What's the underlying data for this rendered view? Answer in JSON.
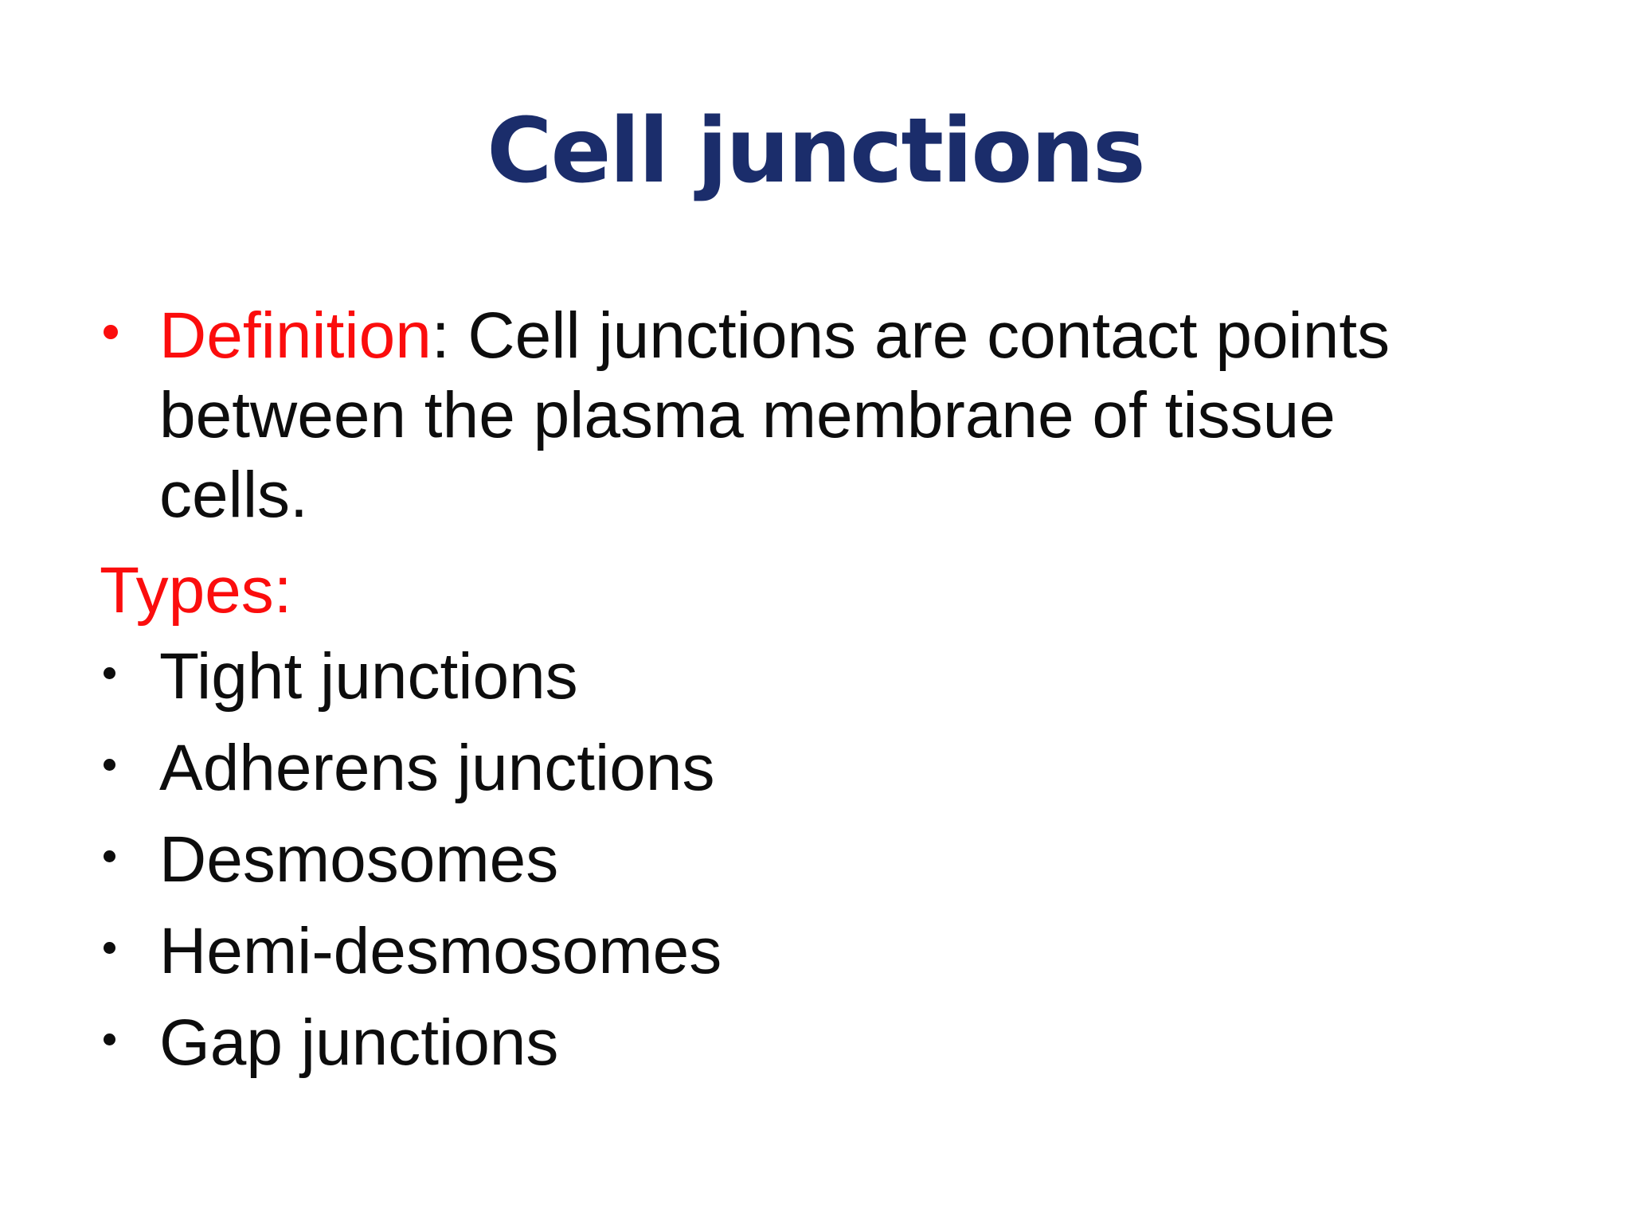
{
  "slide": {
    "title": "Cell junctions",
    "definition": {
      "label": "Definition",
      "line1_rest": ": Cell junctions are contact points",
      "line2": "between the plasma membrane of tissue",
      "line3": "cells."
    },
    "types_heading": "Types:",
    "types": [
      "Tight junctions",
      "Adherens junctions",
      "Desmosomes",
      "Hemi-desmosomes",
      "Gap junctions"
    ],
    "icons": {
      "definition_bullet": "red-dot",
      "list_bullet": "black-dot"
    },
    "colors": {
      "background": "#ffffff",
      "title_navy": "#1b2d6b",
      "accent_red": "#fb0d0d",
      "body_text": "#0d0d0d"
    }
  }
}
